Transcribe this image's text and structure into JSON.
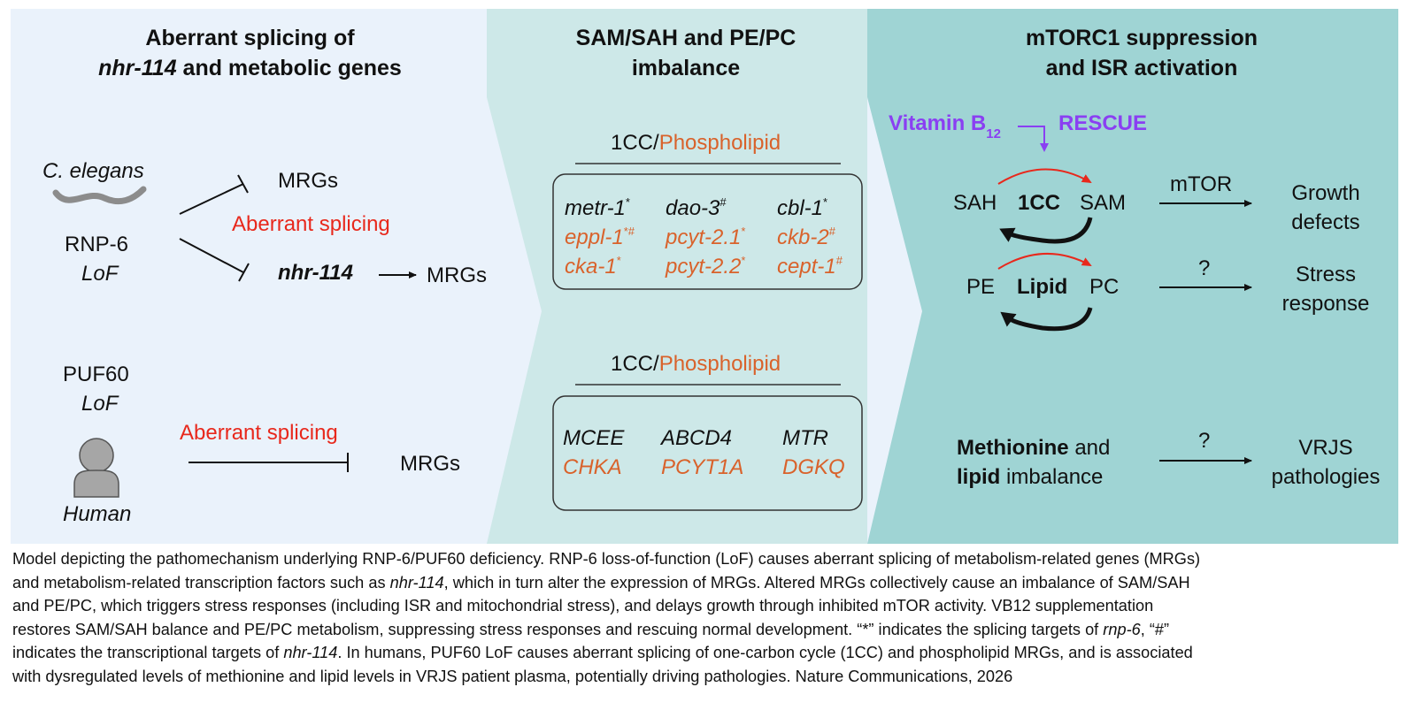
{
  "panels": {
    "left": {
      "title_line1": "Aberrant splicing of",
      "title_line2_italic": "nhr-114",
      "title_line2_rest": " and metabolic genes",
      "worm_label": "C. elegans",
      "rnp6": "RNP-6",
      "rnp6_lof": "LoF",
      "mrgs_top": "MRGs",
      "aberrant_splicing_top": "Aberrant splicing",
      "nhr114": "nhr-114",
      "mrgs_mid": "MRGs",
      "puf60": "PUF60",
      "puf60_lof": "LoF",
      "aberrant_splicing_bottom": "Aberrant splicing",
      "mrgs_bottom": "MRGs",
      "human_label": "Human"
    },
    "middle": {
      "title_line1": "SAM/SAH and PE/PC",
      "title_line2": "imbalance",
      "box1_header_a": "1CC/",
      "box1_header_b": "Phospholipid",
      "box1_genes": {
        "r1c1": "metr-1",
        "r1c1_sup": "*",
        "r1c2": "dao-3",
        "r1c2_sup": "#",
        "r1c3": "cbl-1",
        "r1c3_sup": "*",
        "r2c1": "eppl-1",
        "r2c1_sup": "*#",
        "r2c2": "pcyt-2.1",
        "r2c2_sup": "*",
        "r2c3": "ckb-2",
        "r2c3_sup": "#",
        "r3c1": "cka-1",
        "r3c1_sup": "*",
        "r3c2": "pcyt-2.2",
        "r3c2_sup": "*",
        "r3c3": "cept-1",
        "r3c3_sup": "#"
      },
      "box2_header_a": "1CC/",
      "box2_header_b": "Phospholipid",
      "box2_genes": {
        "r1c1": "MCEE",
        "r1c2": "ABCD4",
        "r1c3": "MTR",
        "r2c1": "CHKA",
        "r2c2": "PCYT1A",
        "r2c3": "DGKQ"
      }
    },
    "right": {
      "title_line1": "mTORC1 suppression",
      "title_line2": "and ISR activation",
      "vitamin": "Vitamin B",
      "vitamin_sub": "12",
      "rescue": "RESCUE",
      "sah": "SAH",
      "onecc": "1CC",
      "sam": "SAM",
      "mtor": "mTOR",
      "growth_l1": "Growth",
      "growth_l2": "defects",
      "pe": "PE",
      "lipid": "Lipid",
      "pc": "PC",
      "q1": "?",
      "stress_l1": "Stress",
      "stress_l2": "response",
      "methionine": "Methionine",
      "and": " and",
      "lipid_bold": "lipid",
      "imbalance": " imbalance",
      "q2": "?",
      "vrjs_l1": "VRJS",
      "vrjs_l2": "pathologies"
    }
  },
  "colors": {
    "panel_left": "#eaf2fb",
    "panel_middle": "#cde8e8",
    "panel_right": "#9fd4d4",
    "red": "#e8281c",
    "orange": "#d9622b",
    "purple": "#8a3ff2"
  },
  "caption": {
    "l1": "Model depicting the pathomechanism underlying RNP-6/PUF60 deficiency. RNP-6 loss-of-function (LoF) causes aberrant splicing of metabolism-related genes (MRGs)",
    "l2a": "and metabolism-related transcription factors such as ",
    "l2b": "nhr-114",
    "l2c": ", which in turn alter the expression of MRGs. Altered MRGs collectively cause an imbalance of SAM/SAH",
    "l3": "and PE/PC, which triggers stress responses (including ISR and mitochondrial stress), and delays growth through inhibited mTOR activity. VB12 supplementation",
    "l4": "restores SAM/SAH balance and PE/PC metabolism, suppressing stress responses and rescuing normal development. “*” indicates the splicing targets of ",
    "l4b": "rnp-6",
    "l4c": ", “#”",
    "l5a": "indicates the transcriptional targets of ",
    "l5b": "nhr-114",
    "l5c": ". In humans, PUF60 LoF causes aberrant splicing of one-carbon cycle (1CC) and phospholipid MRGs, and is associated",
    "l6": "with dysregulated levels of methionine and lipid levels in VRJS patient plasma, potentially driving pathologies. Nature Communications, 2026"
  }
}
